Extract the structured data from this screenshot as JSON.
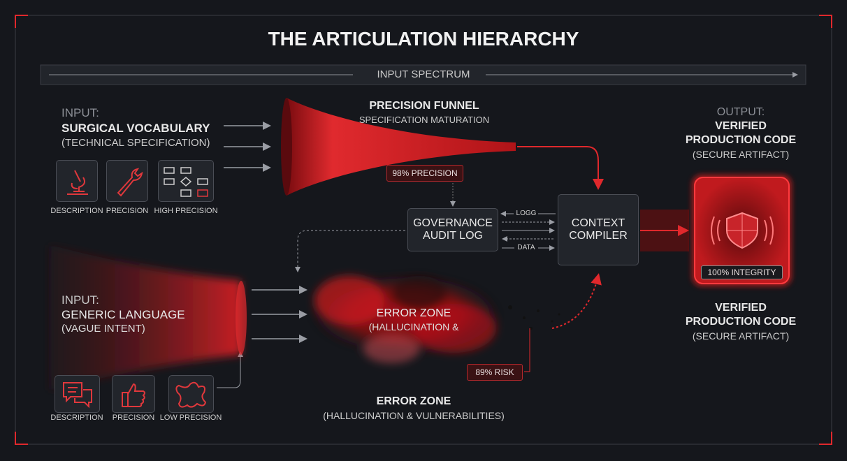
{
  "title": "THE ARTICULATION HIERARCHY",
  "spectrum_label": "INPUT SPECTRUM",
  "top_input": {
    "prefix": "INPUT:",
    "title": "SURGICAL VOCABULARY",
    "subtitle": "(TECHNICAL SPECIFICATION)",
    "icons": [
      {
        "icon": "microscope-icon",
        "label": "DESCRIPTION"
      },
      {
        "icon": "wrench-icon",
        "label": "PRECISION"
      },
      {
        "icon": "flowchart-icon",
        "label": "HIGH PRECISION"
      }
    ]
  },
  "funnel": {
    "title": "PRECISION FUNNEL",
    "subtitle": "SPECIFICATION MATURATION",
    "badge": "98% PRECISION"
  },
  "governance": {
    "line1": "GOVERNANCE",
    "line2": "AUDIT LOG"
  },
  "links": {
    "top": "LOGG",
    "bottom": "DATA"
  },
  "compiler": {
    "line1": "CONTEXT",
    "line2": "COMPILER"
  },
  "output": {
    "prefix": "OUTPUT:",
    "line1": "VERIFIED",
    "line2": "PRODUCTION CODE",
    "line3": "(SECURE ARTIFACT)",
    "badge": "100% INTEGRITY"
  },
  "output_lower": {
    "line1": "VERIFIED",
    "line2": "PRODUCTION CODE",
    "line3": "(SECURE ARTIFACT)"
  },
  "bottom_input": {
    "prefix": "INPUT:",
    "title": "GENERIC LANGUAGE",
    "subtitle": "(VAGUE INTENT)",
    "icons": [
      {
        "icon": "chat-icon",
        "label": "DESCRIPTION"
      },
      {
        "icon": "thumbs-up-icon",
        "label": "PRECISION"
      },
      {
        "icon": "splat-icon",
        "label": "LOW PRECISION"
      }
    ]
  },
  "error_inner": {
    "title": "ERROR ZONE",
    "subtitle": "(HALLUCINATION &"
  },
  "risk_badge": "89% RISK",
  "error_lower": {
    "title": "ERROR ZONE",
    "subtitle": "(HALLUCINATION & VULNERABILITIES)"
  },
  "colors": {
    "accent": "#e0282c",
    "bg": "#15171c"
  }
}
